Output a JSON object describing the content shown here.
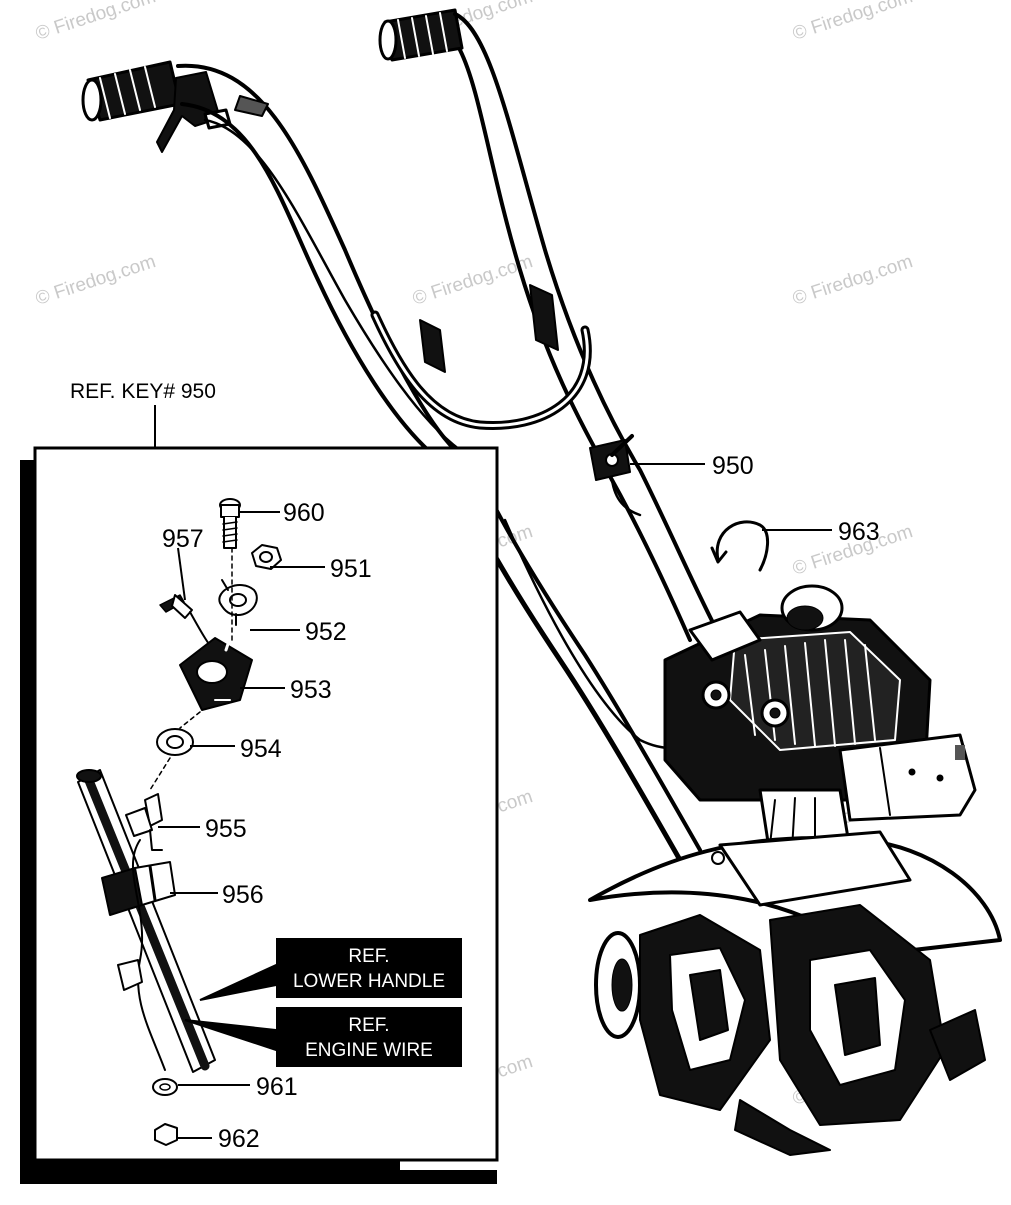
{
  "watermark": "© Firedog.com",
  "inset_header": "REF. KEY# 950",
  "callouts": {
    "c950": "950",
    "c963": "963",
    "c960": "960",
    "c957": "957",
    "c951": "951",
    "c952": "952",
    "c953": "953",
    "c954": "954",
    "c955": "955",
    "c956": "956",
    "c961": "961",
    "c962": "962"
  },
  "ref_boxes": {
    "lower_handle": {
      "line1": "REF.",
      "line2": "LOWER HANDLE"
    },
    "engine_wire": {
      "line1": "REF.",
      "line2": "ENGINE WIRE"
    }
  },
  "colors": {
    "ink": "#000000",
    "paper": "#ffffff",
    "watermark": "#c9c9c9"
  }
}
